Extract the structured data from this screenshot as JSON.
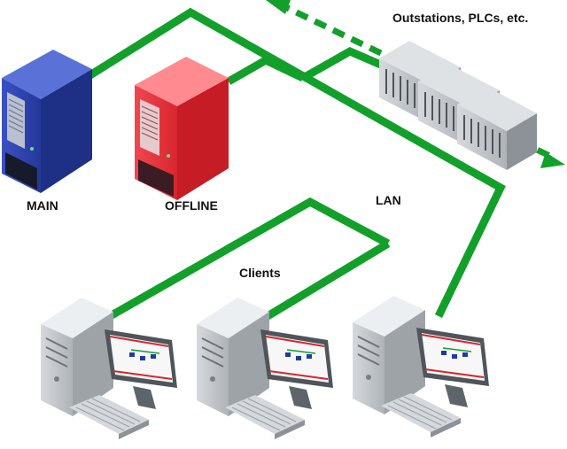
{
  "labels": {
    "main": "MAIN",
    "offline": "OFFLINE",
    "lan": "LAN",
    "clients": "Clients",
    "outstations": "Outstations, PLCs, etc."
  },
  "colors": {
    "network": "#12a02a",
    "main_server": "#2a3fa6",
    "offline_server": "#e5303a",
    "case_gray": "#c4c8cc",
    "background": "#ffffff"
  },
  "icons": {
    "main": "server-tower-icon",
    "offline": "server-tower-icon",
    "rack": "plc-rack-icon",
    "client": "workstation-icon",
    "arrow": "network-arrow-icon"
  }
}
